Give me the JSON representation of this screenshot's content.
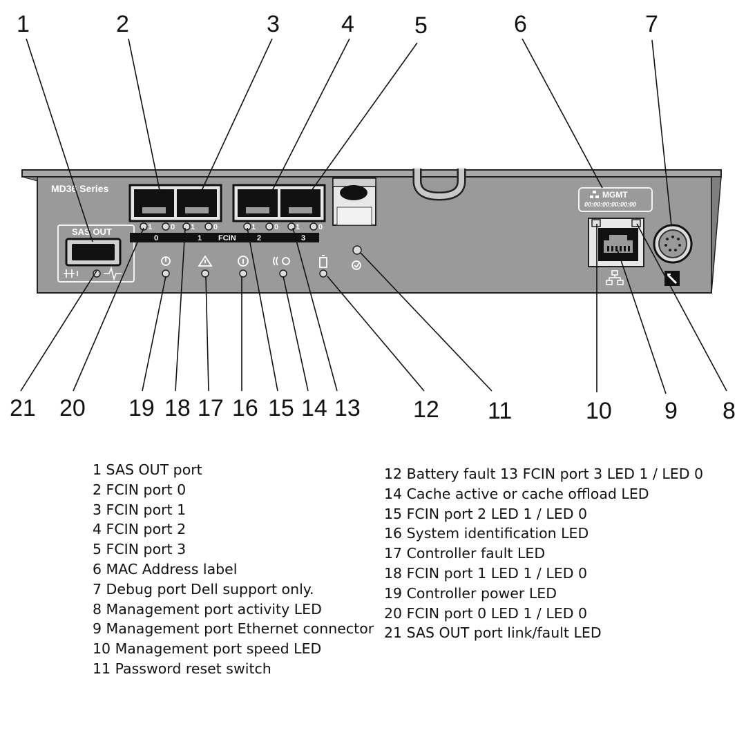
{
  "panel": {
    "model_label": "MD36 Series",
    "sas_out_label": "SAS OUT",
    "fcin_label": "FCIN",
    "port_numbers": [
      "0",
      "1",
      "2",
      "3"
    ],
    "led_labels": [
      "1",
      "0"
    ],
    "mgmt_label": "MGMT",
    "mac_placeholder": "00:00:00:00:00:00"
  },
  "callouts": [
    "1",
    "2",
    "3",
    "4",
    "5",
    "6",
    "7",
    "8",
    "9",
    "10",
    "11",
    "12",
    "13",
    "14",
    "15",
    "16",
    "17",
    "18",
    "19",
    "20",
    "21"
  ],
  "legend_left": [
    "1 SAS OUT port",
    "2 FCIN port 0",
    "3 FCIN port 1",
    "4 FCIN port 2",
    "5 FCIN port 3",
    "6 MAC Address label",
    "7 Debug port Dell support only.",
    "8 Management port activity LED",
    "9 Management port Ethernet connector",
    "10 Management port speed LED",
    "11 Password reset switch"
  ],
  "legend_right": [
    "12 Battery fault 13 FCIN port 3 LED 1 / LED 0",
    "14 Cache active or cache offload LED",
    "15 FCIN port 2 LED 1 / LED 0",
    "16 System identification LED",
    "17 Controller fault LED",
    "18 FCIN port 1 LED 1 / LED 0",
    "19 Controller power LED",
    "20 FCIN port 0 LED 1 / LED 0",
    "21 SAS OUT port link/fault LED"
  ],
  "colors": {
    "panel": "#9a9a9a",
    "panel_dark": "#7d7d7d",
    "label_bar": "#111111",
    "outline": "#1a1a1a"
  }
}
